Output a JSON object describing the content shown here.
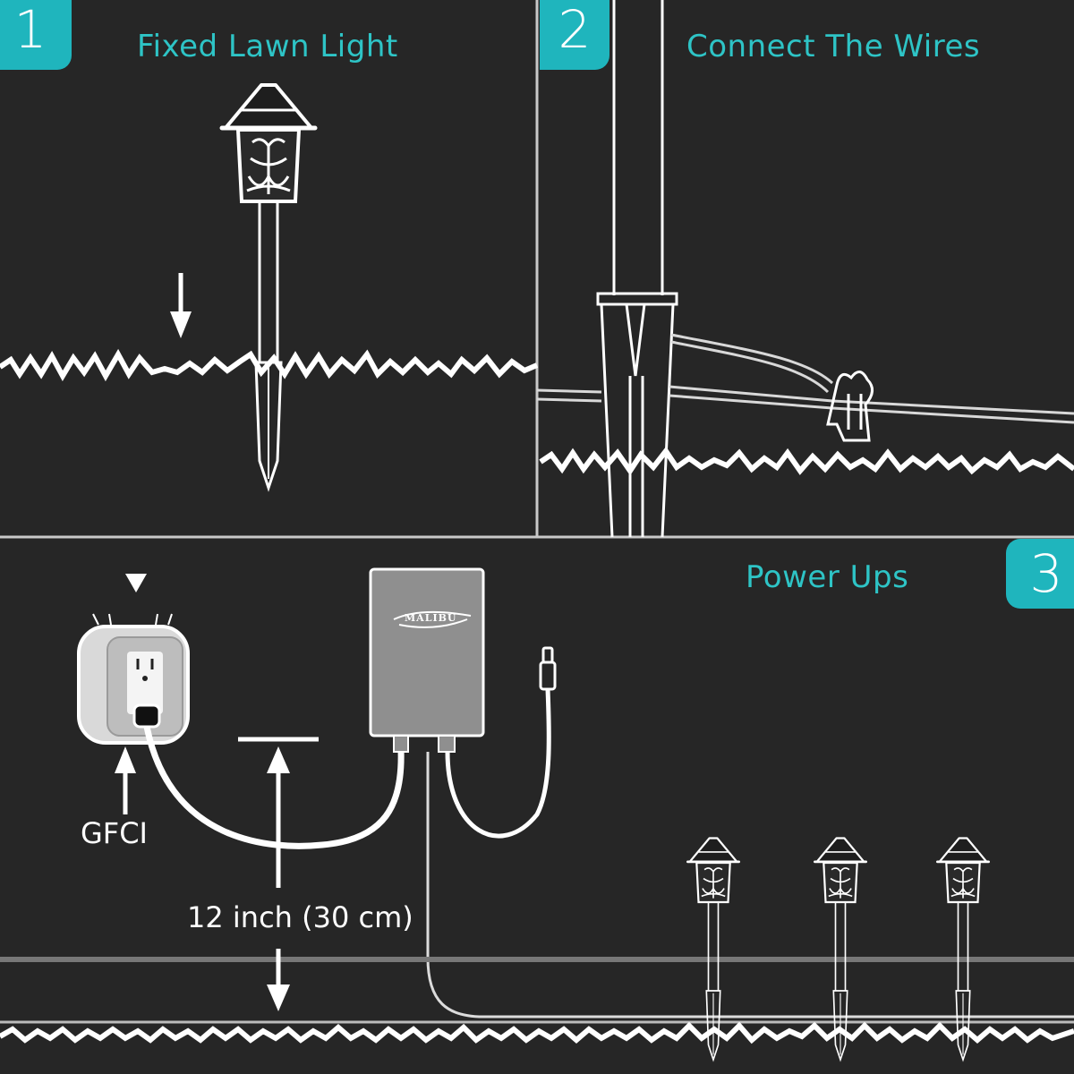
{
  "steps": [
    {
      "number": "1",
      "title": "Fixed Lawn Light"
    },
    {
      "number": "2",
      "title": "Connect The Wires"
    },
    {
      "number": "3",
      "title": "Power Ups"
    }
  ],
  "labels": {
    "gfci": "GFCI",
    "distance": "12 inch (30 cm)",
    "brand": "MALIBU"
  },
  "colors": {
    "accent": "#1fb5bd",
    "title_text": "#2ec4c6",
    "background": "#262626",
    "line": "#ffffff"
  }
}
